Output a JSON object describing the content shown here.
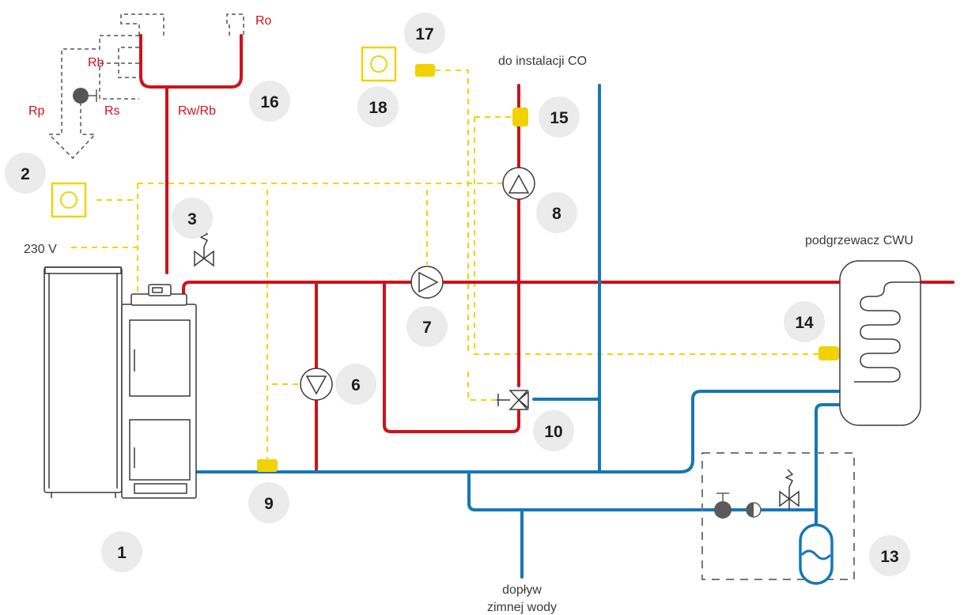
{
  "numbers": {
    "n1": "1",
    "n2": "2",
    "n3": "3",
    "n6": "6",
    "n7": "7",
    "n8": "8",
    "n9": "9",
    "n10": "10",
    "n13": "13",
    "n14": "14",
    "n15": "15",
    "n16": "16",
    "n17": "17",
    "n18": "18"
  },
  "labels": {
    "ro": "Ro",
    "rb": "Rb",
    "rp": "Rp",
    "rs": "Rs",
    "rwrb": "Rw/Rb",
    "voltage": "230 V",
    "co_installation": "do instalacji CO",
    "dhw_heater": "podgrzewacz CWU",
    "cold_water_line1": "dopływ",
    "cold_water_line2": "zimnej wody"
  },
  "colors": {
    "supply_pipe": "#d0111b",
    "return_pipe": "#1578b5",
    "signal_line": "#f5d200",
    "number_badge": "#ebebeb"
  }
}
